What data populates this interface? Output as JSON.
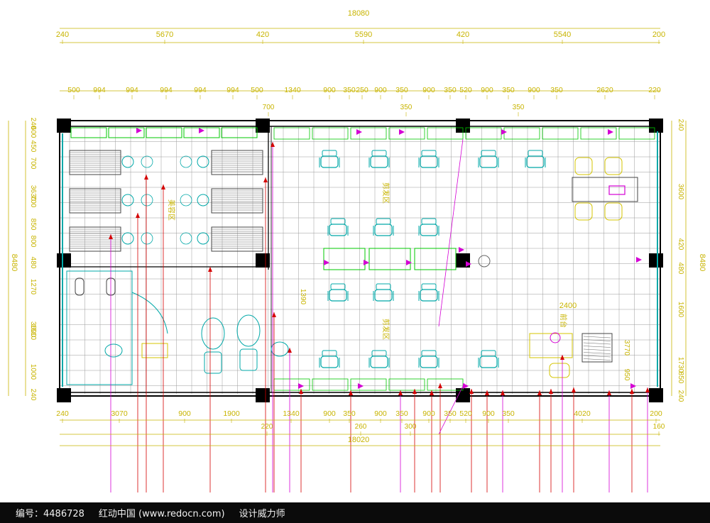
{
  "dims": {
    "total_top": "18080",
    "top_row1": [
      "240",
      "5670",
      "420",
      "5590",
      "420",
      "5540",
      "200"
    ],
    "top_row2": [
      "500",
      "994",
      "994",
      "994",
      "994",
      "994",
      "500",
      "1340",
      "900",
      "350",
      "250",
      "900",
      "350",
      "900",
      "350",
      "520",
      "900",
      "350",
      "900",
      "350",
      "2620",
      "220"
    ],
    "top_row2_sub": [
      "700",
      "350",
      "350"
    ],
    "bottom_row1": [
      "240",
      "3070",
      "900",
      "1900",
      "1340",
      "900",
      "350",
      "900",
      "350",
      "900",
      "350",
      "520",
      "900",
      "350",
      "4020",
      "200"
    ],
    "bottom_row2": [
      "220",
      "260",
      "300",
      "160"
    ],
    "bottom_total": "18020",
    "left_total": "8480",
    "left_segments": [
      "240",
      "600",
      "450",
      "700",
      "3630",
      "700",
      "850",
      "800",
      "480",
      "1270",
      "3600",
      "1510",
      "1000",
      "240"
    ],
    "right_total": "8480",
    "right_segments": [
      "240",
      "3600",
      "420",
      "480",
      "1600",
      "1730",
      "850",
      "240"
    ],
    "interior": [
      "2400",
      "1390",
      "3770",
      "950"
    ]
  },
  "zones": {
    "spa_label": "美容区",
    "cut_top_label": "剪发区",
    "cut_bottom_label": "剪发区",
    "reception_label": "前台"
  },
  "colors": {
    "dimension": "#c8b400",
    "wall": "#000000",
    "grid": "#9a9a9a",
    "furniture": "#00a8a8",
    "accent": "#d400d4",
    "leader": "#d40000",
    "green": "#00c800"
  },
  "footer": {
    "id_text": "编号：4486728",
    "site_text": "红动中国 (www.redocn.com)",
    "slogan_text": "设计威力师"
  }
}
